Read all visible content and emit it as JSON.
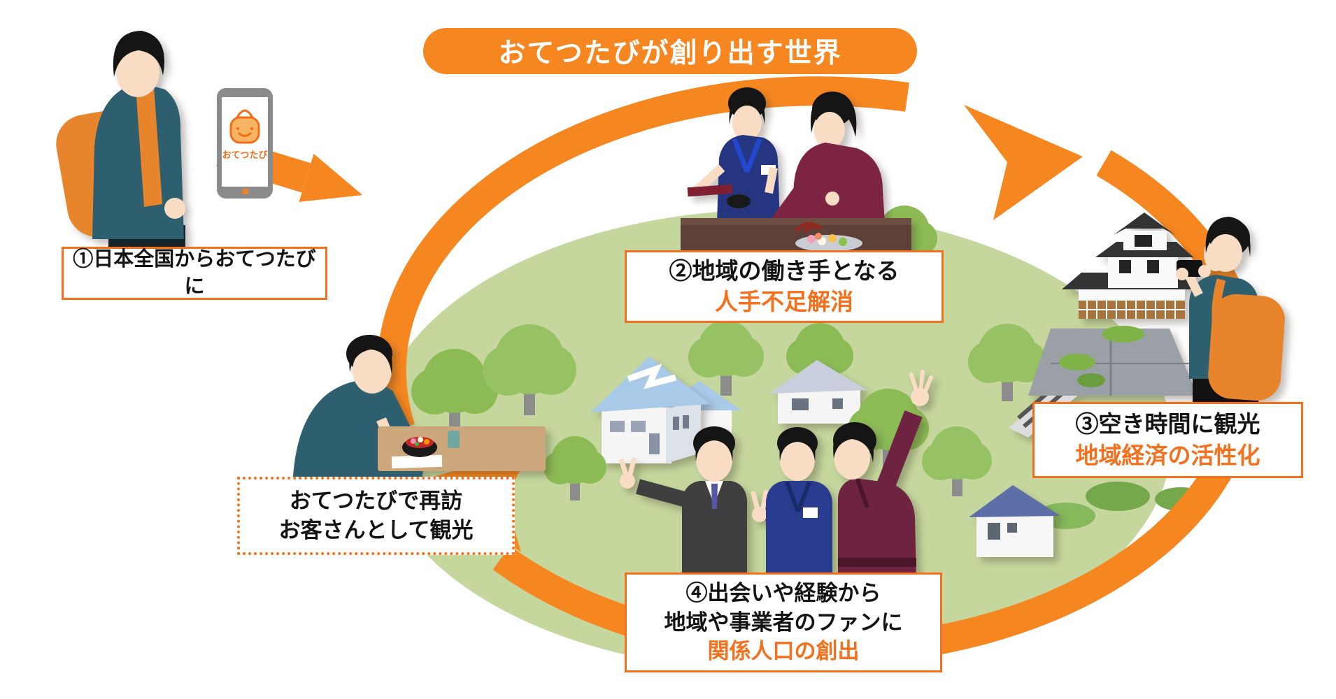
{
  "title": {
    "text": "おてつたびが創り出す世界"
  },
  "phone": {
    "app_name": "おてつたび"
  },
  "labels": {
    "step1": {
      "line1": "①日本全国からおてつたびに"
    },
    "step2": {
      "line1": "②地域の働き手となる",
      "line2": "人手不足解消"
    },
    "step3": {
      "line1": "③空き時間に観光",
      "line2": "地域経済の活性化"
    },
    "step4": {
      "line1": "④出会いや経験から",
      "line2": "地域や事業者のファンに",
      "line3": "関係人口の創出"
    },
    "revisit": {
      "line1": "おてつたびで再訪",
      "line2": "お客さんとして観光"
    }
  },
  "colors": {
    "accent_orange": "#F6861F",
    "border_orange": "#F4701D",
    "highlight_text_orange": "#F4701D",
    "field_green": "#C5D79D",
    "tree_green": "#8CBB55",
    "shirt_teal": "#2E5F6E",
    "backpack_orange": "#E8842C"
  }
}
